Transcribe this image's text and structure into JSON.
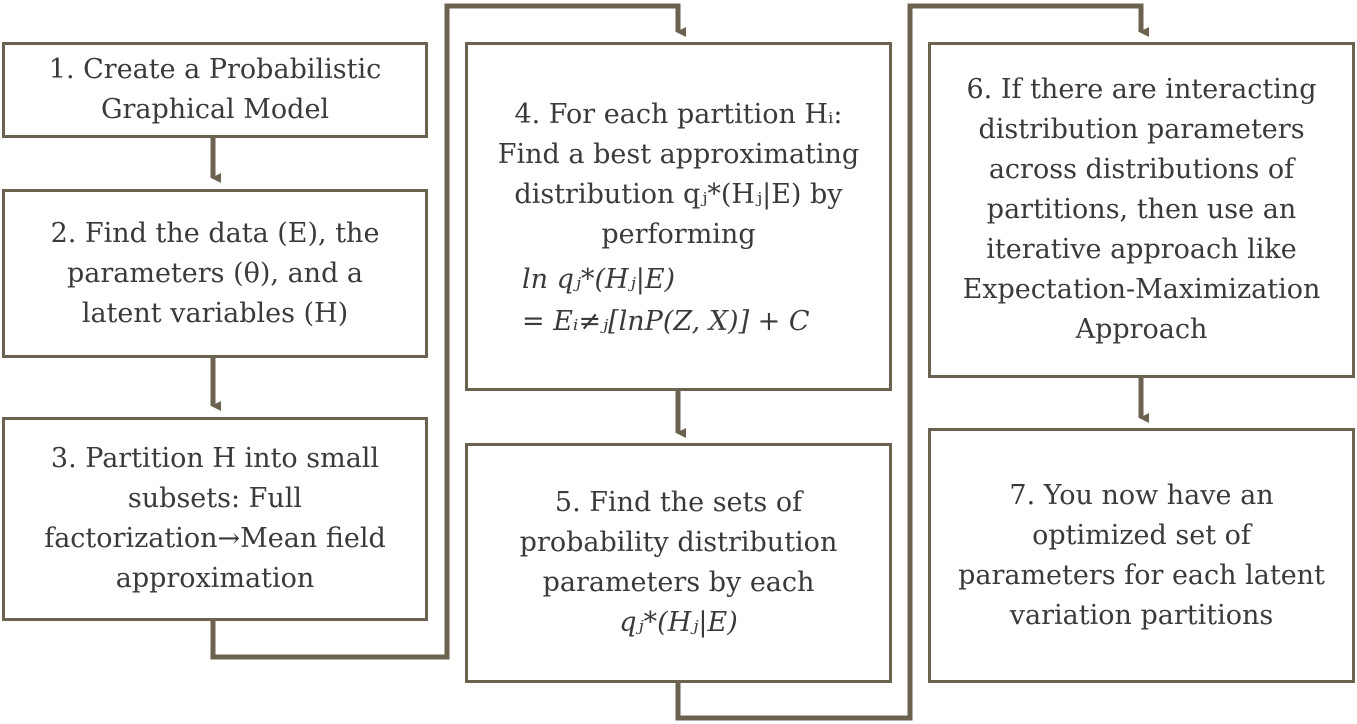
{
  "steps": {
    "s1": {
      "lines": [
        "1. Create a Probabilistic",
        "Graphical Model"
      ]
    },
    "s2": {
      "lines": [
        "2. Find the data (E), the",
        "parameters (θ), and a",
        "latent variables (H)"
      ]
    },
    "s3": {
      "lines": [
        "3. Partition H into small",
        "subsets: Full",
        "factorization→Mean field",
        "approximation"
      ]
    },
    "s4": {
      "lines": [
        "4. For each partition Hᵢ:",
        "Find a best approximating",
        "distribution qⱼ*(Hⱼ|E) by",
        "performing"
      ],
      "eq1": "ln qⱼ*(Hⱼ|E)",
      "eq2": "= Eᵢ≠ⱼ[lnP(Z, X)] + C"
    },
    "s5": {
      "lines": [
        "5. Find the sets of",
        "probability distribution",
        "parameters by each",
        "qⱼ*(Hⱼ|E)"
      ]
    },
    "s6": {
      "lines": [
        "6. If there are interacting",
        "distribution parameters",
        "across distributions of",
        "partitions, then use an",
        "iterative approach like",
        "Expectation-Maximization",
        "Approach"
      ]
    },
    "s7": {
      "lines": [
        "7. You now have an",
        "optimized set of",
        "parameters for each latent",
        "variation partitions"
      ]
    }
  },
  "colors": {
    "border": "#6b6350",
    "text": "#3a3a3a"
  }
}
